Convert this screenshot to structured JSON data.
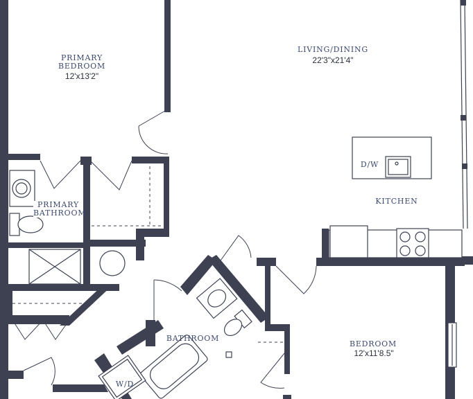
{
  "rooms": {
    "primary_bedroom": {
      "name_line1": "PRIMARY",
      "name_line2": "BEDROOM",
      "size": "12'x13'2\""
    },
    "living_dining": {
      "name": "LIVING/DINING",
      "size": "22'3\"x21'4\""
    },
    "primary_bathroom": {
      "name_line1": "PRIMARY",
      "name_line2": "BATHROOM"
    },
    "kitchen": {
      "name": "KITCHEN"
    },
    "bathroom": {
      "name": "BATHROOM"
    },
    "bedroom": {
      "name": "BEDROOM",
      "size": "12'x11'8.5\""
    }
  },
  "appliances": {
    "dishwasher": "D/W",
    "washer_dryer": "W/D"
  },
  "colors": {
    "wall": "#3d4152",
    "label": "#3c4a6e",
    "background": "#ffffff"
  }
}
